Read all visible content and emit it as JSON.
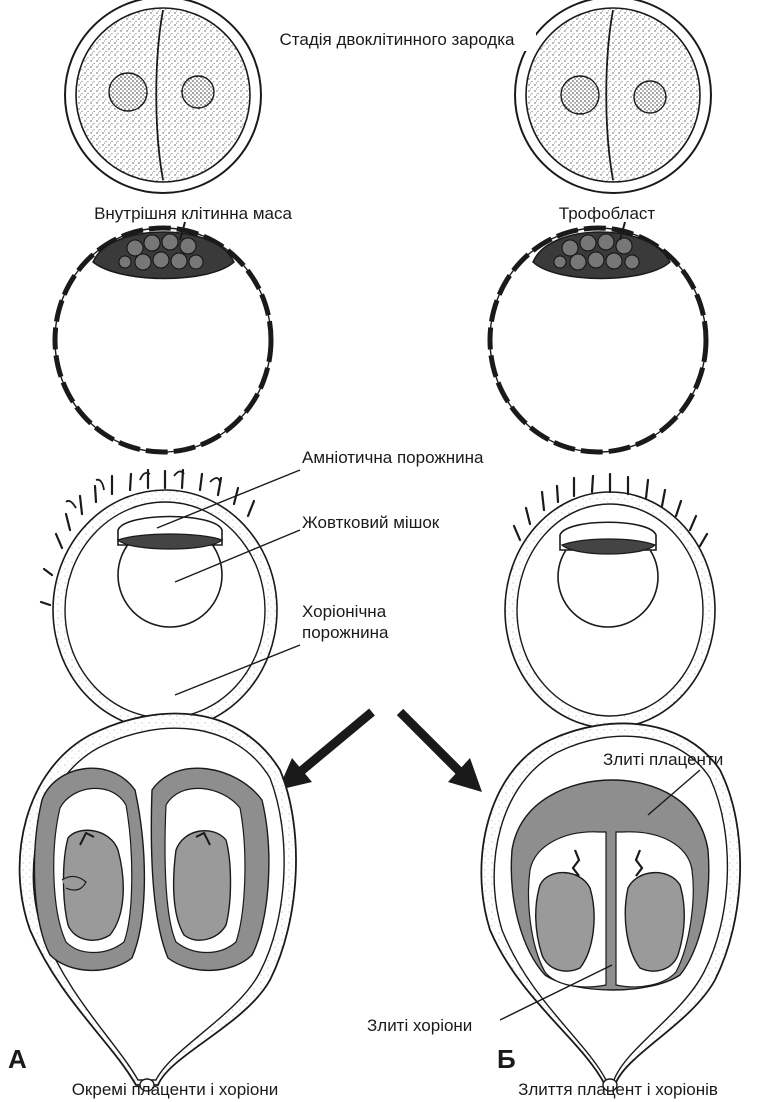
{
  "labels": {
    "two_cell_stage": "Стадія двоклітинного зародка",
    "inner_cell_mass": "Внутрішня клітинна маса",
    "trophoblast": "Трофобласт",
    "amniotic_cavity": "Амніотична порожнина",
    "yolk_sac": "Жовтковий мішок",
    "chorionic_cavity_line1": "Хоріонічна",
    "chorionic_cavity_line2": "порожнина",
    "fused_placentas": "Злиті плаценти",
    "fused_chorions": "Злиті хоріони"
  },
  "panel_a": {
    "letter": "А",
    "caption": "Окремі плаценти і хоріони"
  },
  "panel_b": {
    "letter": "Б",
    "caption": "Злиття плацент і хоріонів"
  },
  "colors": {
    "ink": "#1a1a1a",
    "cytoplasm": "#e6e6e6",
    "nucleus": "#bdbdbd",
    "trophoblast_shell": "#c4c4c4",
    "placenta": "#8e8e8e",
    "fetus": "#9a9a9a",
    "uterine_wall": "#f2f2f2"
  }
}
